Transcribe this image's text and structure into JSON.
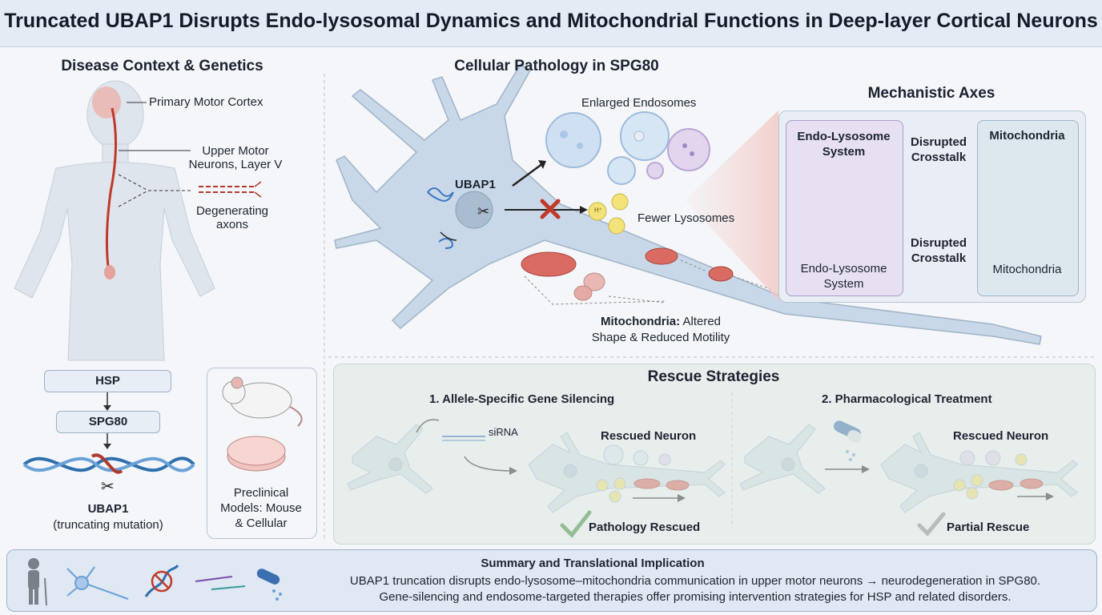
{
  "title": "Truncated UBAP1 Disrupts Endo-lysosomal Dynamics and Mitochondrial Functions in Deep-layer Cortical Neurons",
  "left": {
    "heading": "Disease Context & Genetics",
    "labels": {
      "cortex": "Primary Motor Cortex",
      "neurons_line1": "Upper Motor",
      "neurons_line2": "Neurons, Layer V",
      "axons_line1": "Degenerating",
      "axons_line2": "axons"
    },
    "flow": [
      "HSP",
      "SPG80"
    ],
    "gene": "UBAP1",
    "gene_note": "(truncating mutation)",
    "models_line1": "Preclinical",
    "models_line2": "Models: Mouse",
    "models_line3": "& Cellular"
  },
  "center": {
    "heading": "Cellular Pathology in SPG80",
    "ubap1": "UBAP1",
    "enlarged": "Enlarged Endosomes",
    "fewer": "Fewer Lysosomes",
    "mito_bold": "Mitochondria:",
    "mito_rest": " Altered",
    "mito_line2": "Shape & Reduced Motility"
  },
  "axes": {
    "heading": "Mechanistic Axes",
    "endo_top_line1": "Endo-Lysosome",
    "endo_top_line2": "System",
    "endo_bottom_line1": "Endo-Lysosome",
    "endo_bottom_line2": "System",
    "crosstalk_top_line1": "Disrupted",
    "crosstalk_top_line2": "Crosstalk",
    "crosstalk_bottom_line1": "Disrupted",
    "crosstalk_bottom_line2": "Crosstalk",
    "mito_top": "Mitochondria",
    "mito_bottom": "Mitochondria"
  },
  "rescue": {
    "heading": "Rescue Strategies",
    "strategy1": "1. Allele-Specific Gene Silencing",
    "strategy2": "2. Pharmacological Treatment",
    "sirna": "siRNA",
    "rescued1": "Rescued Neuron",
    "rescued2": "Rescued Neuron",
    "outcome1": "Pathology Rescued",
    "outcome2": "Partial Rescue"
  },
  "summary": {
    "heading": "Summary and Translational Implication",
    "line1": "UBAP1 truncation disrupts endo-lysosome–mitochondria communication in upper motor neurons → neurodegeneration in SPG80.",
    "line2": "Gene-silencing and endosome-targeted therapies offer promising intervention strategies for HSP and related disorders."
  },
  "lysosome_symbol": "H⁺",
  "colors": {
    "neuron": "#c9d8e8",
    "endo": "#cfe0f2",
    "lyso": "#f2e37a",
    "mito": "#d96b62",
    "danger": "#c0392b",
    "check": "#3f8a3a"
  }
}
